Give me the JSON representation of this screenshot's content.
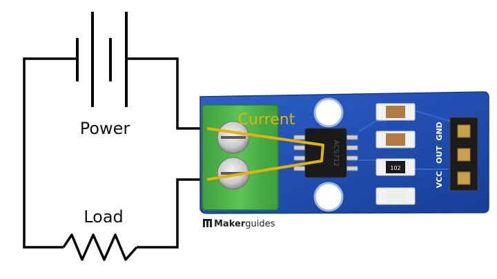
{
  "labels": {
    "power": "Power",
    "load": "Load",
    "current": "Current"
  },
  "board": {
    "pins": [
      "GND",
      "OUT",
      "VCC"
    ],
    "chip_text": "ACS712",
    "resistor_code": "102"
  },
  "watermark": {
    "brand_bold": "Maker",
    "brand_rest": "guides"
  },
  "colors": {
    "wire": "#000000",
    "current_path": "#e0b400",
    "pcb": "#1f4fb8",
    "terminal": "#4fba4c"
  }
}
